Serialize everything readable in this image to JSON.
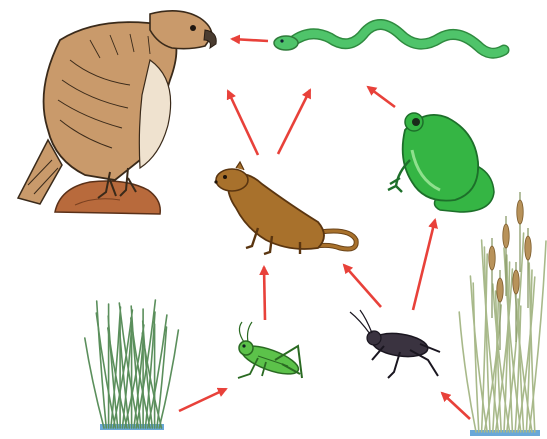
{
  "diagram": {
    "organisms": [
      {
        "id": "hawk",
        "icon": "hawk-icon"
      },
      {
        "id": "snake",
        "icon": "snake-icon"
      },
      {
        "id": "frog",
        "icon": "frog-icon"
      },
      {
        "id": "weasel",
        "icon": "weasel-icon"
      },
      {
        "id": "grasshopper",
        "icon": "grasshopper-icon"
      },
      {
        "id": "cricket",
        "icon": "cricket-icon"
      },
      {
        "id": "grass",
        "icon": "grass-icon"
      },
      {
        "id": "cattail",
        "icon": "cattail-icon"
      }
    ],
    "arrows": [
      {
        "from": "snake",
        "to": "hawk"
      },
      {
        "from": "weasel",
        "to": "hawk"
      },
      {
        "from": "weasel",
        "to": "snake"
      },
      {
        "from": "frog",
        "to": "snake"
      },
      {
        "from": "grasshopper",
        "to": "weasel"
      },
      {
        "from": "cricket",
        "to": "weasel"
      },
      {
        "from": "cricket",
        "to": "frog"
      },
      {
        "from": "grass",
        "to": "grasshopper"
      },
      {
        "from": "cattail",
        "to": "cricket"
      }
    ],
    "colors": {
      "arrow": "#e8413a",
      "hawk_body": "#c99a6b",
      "hawk_outline": "#3a2a1a",
      "rock": "#b86a3c",
      "snake": "#4fc46a",
      "frog": "#35b544",
      "weasel": "#a8712c",
      "grasshopper": "#5cc24a",
      "cricket": "#3a3340",
      "grass": "#5b8f5c",
      "cattail": "#a8b98a",
      "water": "#6aa8d8"
    }
  }
}
